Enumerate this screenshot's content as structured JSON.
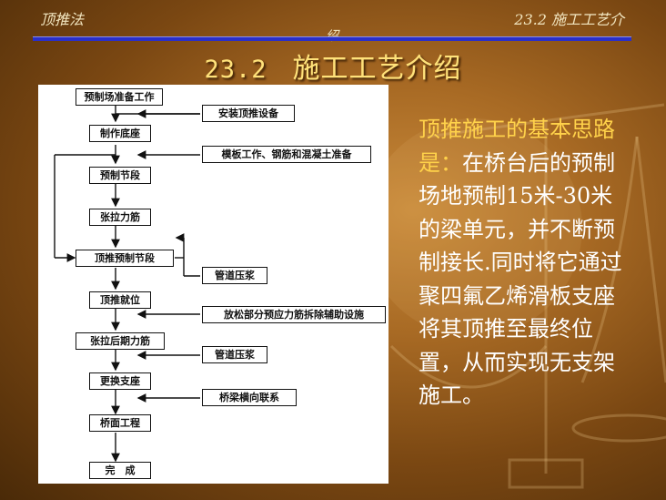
{
  "header": {
    "left": "顶推法",
    "right": "23.2  施工工艺介",
    "right_wrap": "绍"
  },
  "slide": {
    "title_number": "23.2",
    "title_text": "施工工艺介绍"
  },
  "flowchart": {
    "main_steps": [
      "预制场准备工作",
      "制作底座",
      "预制节段",
      "张拉力筋",
      "顶推预制节段",
      "顶推就位",
      "张拉后期力筋",
      "更换支座",
      "桥面工程",
      "完　成"
    ],
    "side_steps": [
      "安装顶推设备",
      "模板工作、钢筋和混凝土准备",
      "管道压浆",
      "放松部分预应力筋拆除辅助设施",
      "管道压浆",
      "桥梁横向联系"
    ]
  },
  "body_text": {
    "highlight": "顶推施工的基本思路是",
    "colon": "：",
    "rest": "在桥台后的预制场地预制15米-30米的梁单元，并不断预制接长.同时将它通过聚四氟乙烯滑板支座将其顶推至最终位置，从而实现无支架施工。"
  },
  "colors": {
    "title": "#ffe27a",
    "highlight": "#ffd24a",
    "rule": "#2a2fc8",
    "background": "#a86a24"
  }
}
